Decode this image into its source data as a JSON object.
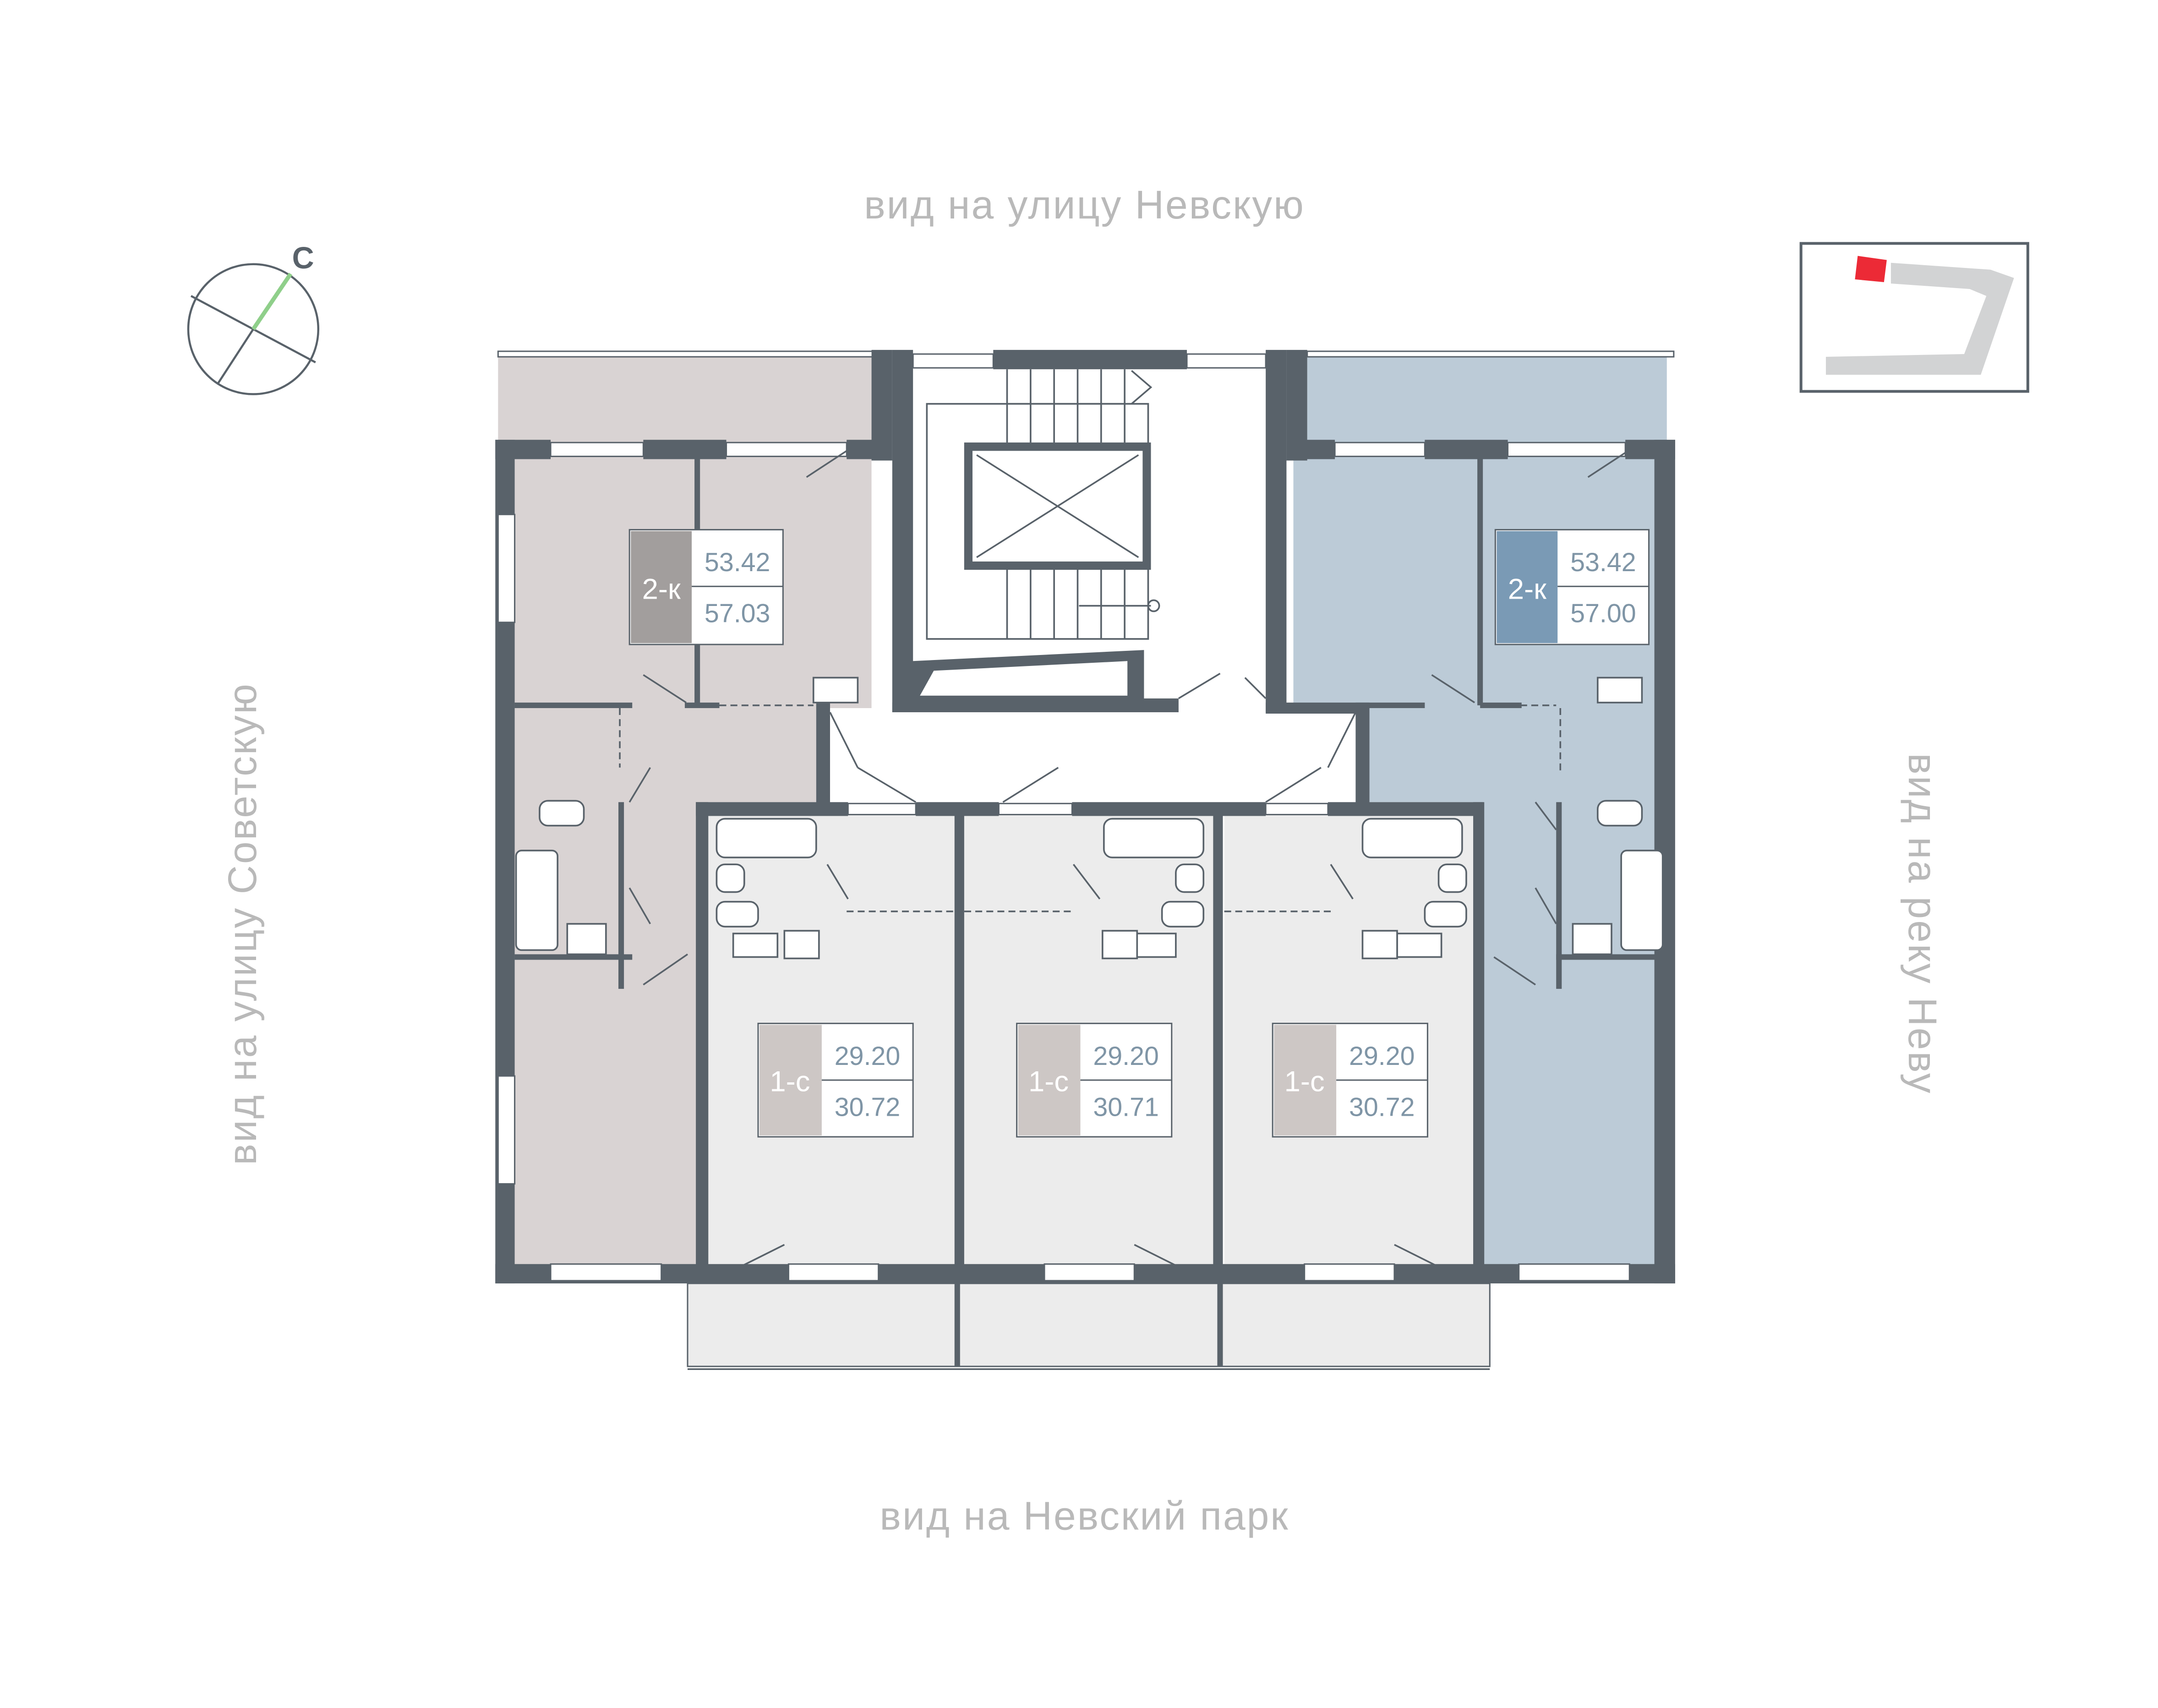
{
  "views": {
    "top": "вид на улицу Невскую",
    "bottom": "вид на Невский парк",
    "left": "вид на улицу Советскую",
    "right": "вид на реку Неву"
  },
  "compass": {
    "north_label": "С",
    "accent_color": "#8fcf8a"
  },
  "colors": {
    "wall": "#59626a",
    "apt_left": "#d9d3d3",
    "apt_right": "#bccbd7",
    "studio": "#ececec",
    "highlight": "#ec2a36"
  },
  "apartments": [
    {
      "type": "2-к",
      "living_area": "53.42",
      "total_area": "57.03",
      "badge_color": "#a29e9d"
    },
    {
      "type": "2-к",
      "living_area": "53.42",
      "total_area": "57.00",
      "badge_color": "#7a9ab5"
    },
    {
      "type": "1-с",
      "living_area": "29.20",
      "total_area": "30.72",
      "badge_color": "#cdc7c5"
    },
    {
      "type": "1-с",
      "living_area": "29.20",
      "total_area": "30.71",
      "badge_color": "#cdc7c5"
    },
    {
      "type": "1-с",
      "living_area": "29.20",
      "total_area": "30.72",
      "badge_color": "#cdc7c5"
    }
  ]
}
